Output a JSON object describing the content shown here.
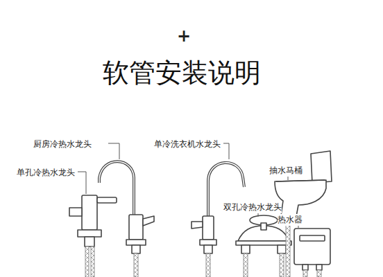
{
  "diagram": {
    "title": "软管安装说明",
    "labels": [
      "+",
      "厨房冷热水龙头",
      "单孔冷热水龙头",
      "单冷洗衣机水龙头",
      "抽水马桶",
      "双孔冷热水龙头",
      "热水器"
    ]
  }
}
